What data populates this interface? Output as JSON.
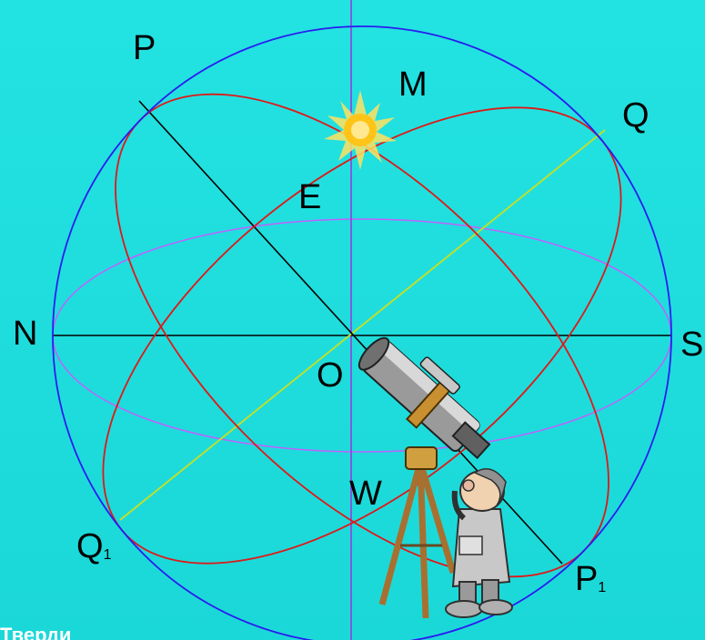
{
  "labels": {
    "P": "P",
    "M": "M",
    "Q": "Q",
    "E": "E",
    "N": "N",
    "S": "S",
    "O": "O",
    "W": "W",
    "Q1_main": "Q",
    "Q1_sub": "1",
    "P1_main": "P",
    "P1_sub": "1"
  },
  "footer": {
    "text": "Тверди"
  },
  "colors": {
    "background": "#1fdede",
    "sphere_outline": "#2a1cf0",
    "orbit_ellipses": "#e01818",
    "horizon_ellipse": "#c060ff",
    "vertical_axis": "#a030e0",
    "axis_PP1": "#000000",
    "axis_NS": "#000000",
    "axis_QQ1": "#c8e020",
    "sun": "#ffd020"
  },
  "icons": {
    "sun": "sun-icon",
    "observer": "astronomer-with-telescope-icon"
  }
}
